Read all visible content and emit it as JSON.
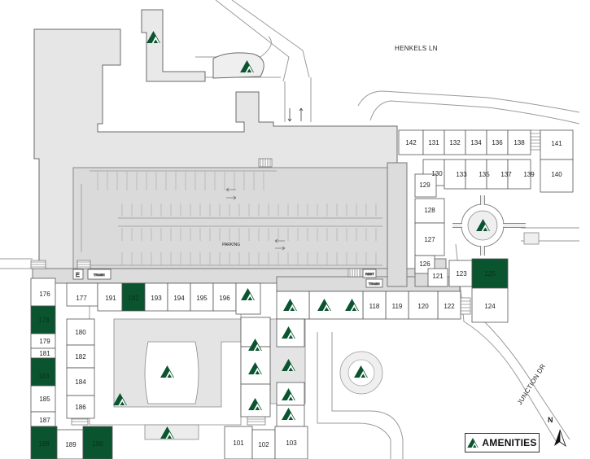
{
  "streets": {
    "top": "HENKELS LN",
    "right": "JUNCTION DR"
  },
  "parking_label": "PARKING",
  "small_labels": {
    "elevator": "E",
    "trash": "TRASH",
    "rest": "REST"
  },
  "legend": {
    "label": "AMENITIES",
    "icon": "amenity-triangle-icon"
  },
  "compass": {
    "label": "N",
    "icon": "north-arrow-icon"
  },
  "colors": {
    "highlight": "#0a5530",
    "building": "#e7e7e7",
    "walk": "#d9d9d9",
    "outline": "#555555"
  },
  "units": {
    "u142": "142",
    "u131": "131",
    "u132": "132",
    "u134": "134",
    "u136": "136",
    "u138": "138",
    "u141": "141",
    "u130": "130",
    "u133": "133",
    "u135": "135",
    "u137": "137",
    "u139": "139",
    "u140": "140",
    "u129": "129",
    "u128": "128",
    "u127": "127",
    "u126": "126",
    "u121": "121",
    "u123": "123",
    "u125": "125",
    "u124": "124",
    "u122": "122",
    "u120": "120",
    "u119": "119",
    "u118": "118",
    "u177": "177",
    "u191": "191",
    "u192": "192",
    "u193": "193",
    "u194": "194",
    "u195": "195",
    "u196": "196",
    "u176": "176",
    "u178": "178",
    "u179": "179",
    "u181": "181",
    "u183": "183",
    "u185": "185",
    "u187": "187",
    "u188": "188",
    "u189": "189",
    "u190": "190",
    "u180": "180",
    "u182": "182",
    "u184": "184",
    "u186": "186",
    "u101": "101",
    "u102": "102",
    "u103": "103"
  }
}
